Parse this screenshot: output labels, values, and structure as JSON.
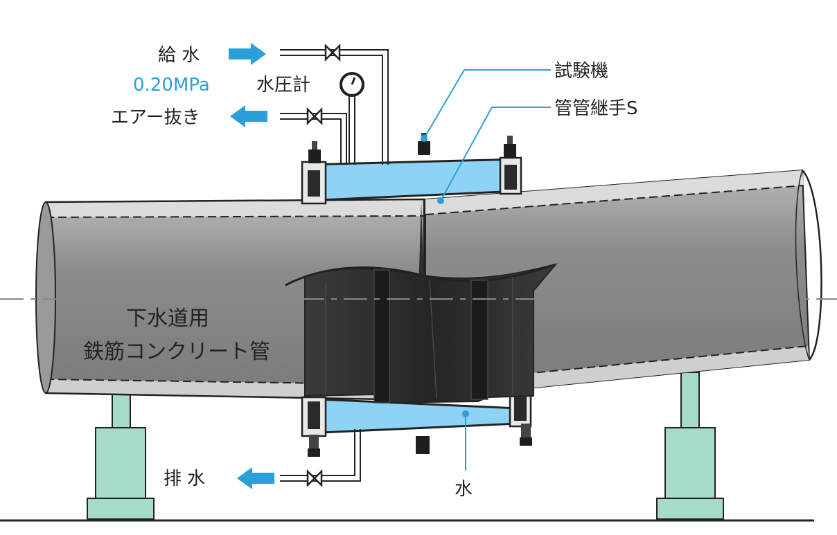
{
  "labels": {
    "water_supply": "給 水",
    "pressure_value": "0.20MPa",
    "pressure_gauge": "水圧計",
    "air_vent": "エアー抜き",
    "tester": "試験機",
    "joint": "管管継手S",
    "pipe_line1": "下水道用",
    "pipe_line2": "鉄筋コンクリート管",
    "drain": "排 水",
    "water": "水"
  },
  "colors": {
    "accent_blue": "#2a9fd8",
    "water_fill": "#8fd3f4",
    "pipe_gray": "#8e8e8e",
    "rubber": "#2e2e2e",
    "support_green": "#a6dcc6",
    "outline": "#222222"
  },
  "icons": [
    "arrow-right-icon",
    "arrow-left-icon",
    "valve-icon",
    "pressure-gauge-icon",
    "bolt-icon"
  ]
}
